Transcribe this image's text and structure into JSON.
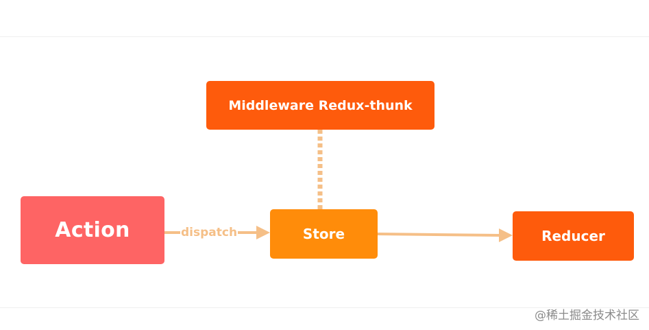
{
  "nodes": {
    "middleware": "Middleware Redux-thunk",
    "action": "Action",
    "store": "Store",
    "reducer": "Reducer"
  },
  "edges": {
    "dispatch_label": "dispatch"
  },
  "watermark": "@稀土掘金技术社区",
  "colors": {
    "action": "#fe6464",
    "store": "#ff8c0a",
    "middleware": "#fe5b0c",
    "reducer": "#fe5b0c",
    "connector": "#f5bf87"
  }
}
